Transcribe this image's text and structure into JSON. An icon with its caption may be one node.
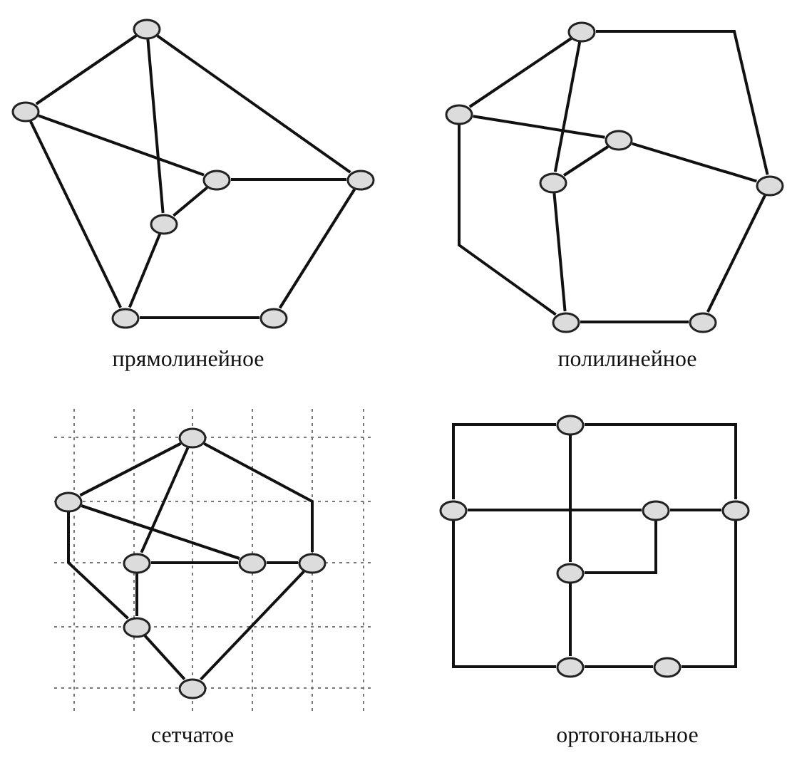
{
  "diagram": {
    "nodes": [
      {
        "text": [],
        "shape": "circle"
      },
      {
        "text": [],
        "shape": "circle"
      },
      {
        "text": [],
        "shape": "circle"
      },
      {
        "text": [],
        "shape": "circle"
      },
      {
        "text": [],
        "shape": "circle"
      },
      {
        "text": [],
        "shape": "circle"
      },
      {
        "text": [],
        "shape": "circle"
      },
      {
        "text": [],
        "shape": "circle"
      },
      {
        "text": [],
        "shape": "circle"
      },
      {
        "text": [],
        "shape": "circle"
      },
      {
        "text": [],
        "shape": "circle"
      },
      {
        "text": [],
        "shape": "circle"
      },
      {
        "text": [],
        "shape": "circle"
      },
      {
        "text": [],
        "shape": "circle"
      },
      {
        "text": [],
        "shape": "circle"
      },
      {
        "text": [],
        "shape": "circle"
      },
      {
        "text": [],
        "shape": "circle"
      },
      {
        "text": [],
        "shape": "circle"
      },
      {
        "text": [],
        "shape": "circle"
      },
      {
        "text": [],
        "shape": "circle"
      },
      {
        "text": [],
        "shape": "circle"
      },
      {
        "text": [],
        "shape": "circle"
      },
      {
        "text": [],
        "shape": "circle"
      },
      {
        "text": [],
        "shape": "circle"
      },
      {
        "text": [],
        "shape": "circle"
      },
      {
        "text": [],
        "shape": "circle"
      },
      {
        "text": [],
        "shape": "circle"
      },
      {
        "text": [],
        "shape": "circle"
      }
    ],
    "edges": [
      {
        "from": 0,
        "to": 1,
        "arrow": "none"
      },
      {
        "from": 0,
        "to": 4,
        "arrow": "none"
      },
      {
        "from": 0,
        "to": 3,
        "arrow": "none"
      },
      {
        "from": 1,
        "to": 2,
        "arrow": "none"
      },
      {
        "from": 2,
        "to": 3,
        "arrow": "none"
      },
      {
        "from": 2,
        "to": 4,
        "arrow": "none"
      },
      {
        "from": 1,
        "to": 5,
        "arrow": "none"
      },
      {
        "from": 4,
        "to": 5,
        "arrow": "none"
      },
      {
        "from": 5,
        "to": 6,
        "arrow": "none"
      },
      {
        "from": 6,
        "to": 3,
        "arrow": "none"
      },
      {
        "from": 7,
        "to": 8,
        "arrow": "none"
      },
      {
        "from": 7,
        "to": 11,
        "arrow": "none"
      },
      {
        "from": 7,
        "to": 10,
        "arrow": "none"
      },
      {
        "from": 8,
        "to": 9,
        "arrow": "none"
      },
      {
        "from": 9,
        "to": 10,
        "arrow": "none"
      },
      {
        "from": 9,
        "to": 11,
        "arrow": "none"
      },
      {
        "from": 8,
        "to": 12,
        "arrow": "none"
      },
      {
        "from": 10,
        "to": 12,
        "arrow": "none"
      },
      {
        "from": 12,
        "to": 13,
        "arrow": "none"
      },
      {
        "from": 13,
        "to": 11,
        "arrow": "none"
      },
      {
        "from": 14,
        "to": 15,
        "arrow": "none"
      },
      {
        "from": 14,
        "to": 16,
        "arrow": "none"
      },
      {
        "from": 14,
        "to": 18,
        "arrow": "none"
      },
      {
        "from": 15,
        "to": 17,
        "arrow": "none"
      },
      {
        "from": 16,
        "to": 17,
        "arrow": "none"
      },
      {
        "from": 17,
        "to": 18,
        "arrow": "none"
      },
      {
        "from": 15,
        "to": 19,
        "arrow": "none"
      },
      {
        "from": 16,
        "to": 19,
        "arrow": "none"
      },
      {
        "from": 19,
        "to": 20,
        "arrow": "none"
      },
      {
        "from": 20,
        "to": 18,
        "arrow": "none"
      },
      {
        "from": 21,
        "to": 22,
        "arrow": "none"
      },
      {
        "from": 21,
        "to": 24,
        "arrow": "none"
      },
      {
        "from": 21,
        "to": 25,
        "arrow": "none"
      },
      {
        "from": 22,
        "to": 23,
        "arrow": "none"
      },
      {
        "from": 23,
        "to": 24,
        "arrow": "none"
      },
      {
        "from": 25,
        "to": 23,
        "arrow": "none"
      },
      {
        "from": 25,
        "to": 26,
        "arrow": "none"
      },
      {
        "from": 22,
        "to": 26,
        "arrow": "none"
      },
      {
        "from": 26,
        "to": 27,
        "arrow": "none"
      },
      {
        "from": 27,
        "to": 24,
        "arrow": "none"
      }
    ],
    "labels": [
      "прямолинейное",
      "полилинейное",
      "сетчатое",
      "ортогональное"
    ]
  }
}
